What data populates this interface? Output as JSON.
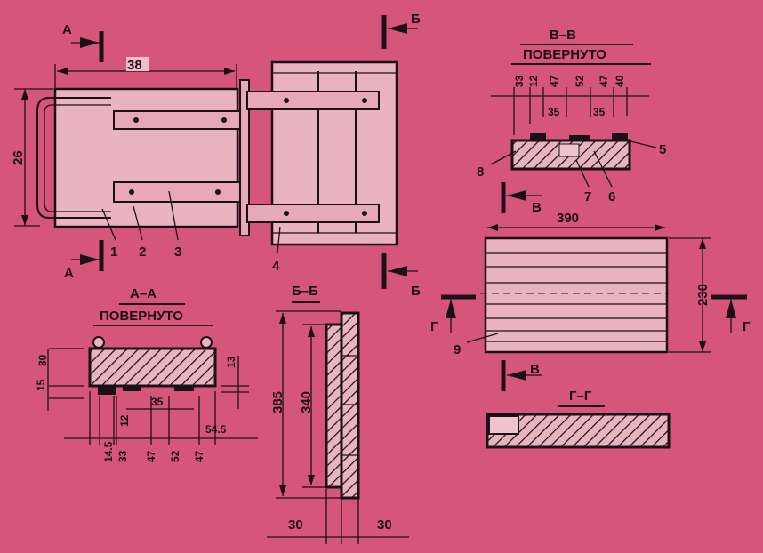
{
  "section_marks": {
    "a": "А",
    "b": "Б",
    "v": "В",
    "g": "Г"
  },
  "plan_view": {
    "width_dim": "38",
    "height_dim": "26",
    "parts": [
      "1",
      "2",
      "3",
      "4"
    ]
  },
  "section_vv": {
    "title": "В–В",
    "subtitle": "ПОВЕРНУТО",
    "dims": [
      "33",
      "12",
      "47",
      "52",
      "47",
      "40"
    ],
    "slot_dims": [
      "35",
      "35"
    ],
    "parts": [
      "5",
      "6",
      "7",
      "8"
    ]
  },
  "board_view": {
    "width_dim": "390",
    "height_dim": "230",
    "part": "9"
  },
  "section_aa": {
    "title": "А–А",
    "subtitle": "ПОВЕРНУТО",
    "left_dims": [
      "80",
      "15"
    ],
    "right_dim": "13",
    "slot_dim": "35",
    "dim_12": "12",
    "dim_545": "54.5",
    "bottom_dims": [
      "14.5",
      "33",
      "47",
      "52",
      "47"
    ]
  },
  "section_bb": {
    "title": "Б–Б",
    "dims": [
      "385",
      "340"
    ],
    "bottom_dims": [
      "30",
      "30"
    ]
  },
  "section_gg": {
    "title": "Г–Г"
  }
}
